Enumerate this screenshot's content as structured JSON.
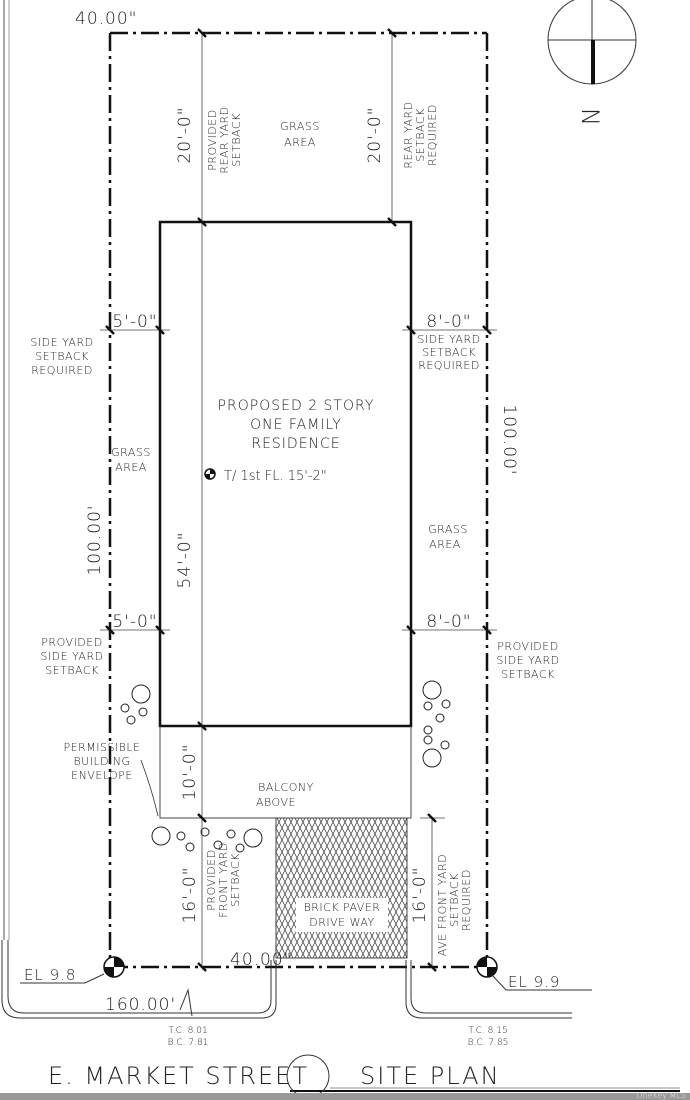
{
  "title": "SITE PLAN",
  "street": "E. MARKET STREET",
  "north_label": "N",
  "dimensions": {
    "top_width": "40.00\"",
    "bottom_width": "40.00\"",
    "left_depth": "100.00'",
    "right_depth": "100.00'",
    "rear_provided": "20'-0\"",
    "rear_required": "20'-0\"",
    "house_depth": "54'-0\"",
    "side_left_required": "5'-0\"",
    "side_right_required": "8'-0\"",
    "side_left_provided": "5'-0\"",
    "side_right_provided": "8'-0\"",
    "balcony_depth": "10'-0\"",
    "front_provided": "16'-0\"",
    "front_required": "16'-0\"",
    "street_frontage": "160.00'"
  },
  "labels": {
    "grass_top": [
      "GRASS",
      "AREA"
    ],
    "rear_provided": [
      "PROVIDED",
      "REAR YARD",
      "SETBACK"
    ],
    "rear_required": [
      "REAR YARD",
      "SETBACK",
      "REQUIRED"
    ],
    "side_left_required": [
      "SIDE YARD",
      "SETBACK",
      "REQUIRED"
    ],
    "side_right_required": [
      "SIDE YARD",
      "SETBACK",
      "REQUIRED"
    ],
    "house": [
      "PROPOSED 2 STORY",
      "ONE FAMILY",
      "RESIDENCE"
    ],
    "first_floor": "T/ 1st FL. 15'-2\"",
    "grass_left": [
      "GRASS",
      "AREA"
    ],
    "grass_right": [
      "GRASS",
      "AREA"
    ],
    "side_left_provided": [
      "PROVIDED",
      "SIDE YARD",
      "SETBACK"
    ],
    "side_right_provided": [
      "PROVIDED",
      "SIDE YARD",
      "SETBACK"
    ],
    "envelope": [
      "PERMISSIBLE",
      "BUILDING",
      "ENVELOPE"
    ],
    "balcony": [
      "BALCONY",
      "ABOVE"
    ],
    "front_provided": [
      "PROVIDED",
      "FRONT YARD",
      "SETBACK"
    ],
    "front_required": [
      "AVE FRONT YARD",
      "SETBACK",
      "REQUIRED"
    ],
    "driveway": [
      "BRICK PAVER",
      "DRIVE WAY"
    ],
    "el_left": "EL 9.8",
    "el_right": "EL 9.9",
    "curb_left": [
      "T.C. 8.01",
      "B.C. 7.81"
    ],
    "curb_right": [
      "T.C. 8.15",
      "B.C. 7.85"
    ]
  },
  "watermark": "OneKey MLS"
}
